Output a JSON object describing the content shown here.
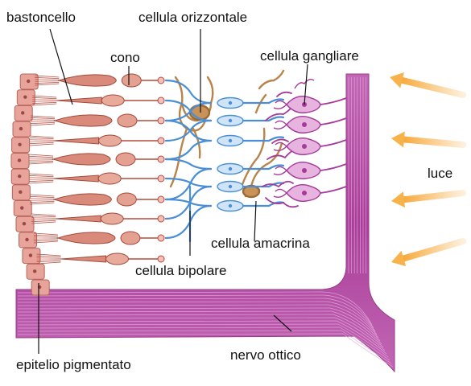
{
  "labels": {
    "bastoncello": "bastoncello",
    "cellula_orizzontale": "cellula orizzontale",
    "cono": "cono",
    "cellula_gangliare": "cellula gangliare",
    "luce": "luce",
    "cellula_amacrina": "cellula amacrina",
    "cellula_bipolare": "cellula bipolare",
    "epitelio_pigmentato": "epitelio pigmentato",
    "nervo_ottico": "nervo ottico"
  },
  "colors": {
    "photoreceptor": "#d98a7a",
    "photoreceptor_dark": "#b64a3c",
    "epithelium": "#e8a39a",
    "horizontal_cell": "#b8844a",
    "bipolar_cell": "#4a8ed6",
    "ganglion_cell": "#a63a9a",
    "optic_nerve": "#b44aa6",
    "light_arrow": "#f7b24a"
  },
  "icons": {
    "light_arrows": "arrow-left"
  }
}
